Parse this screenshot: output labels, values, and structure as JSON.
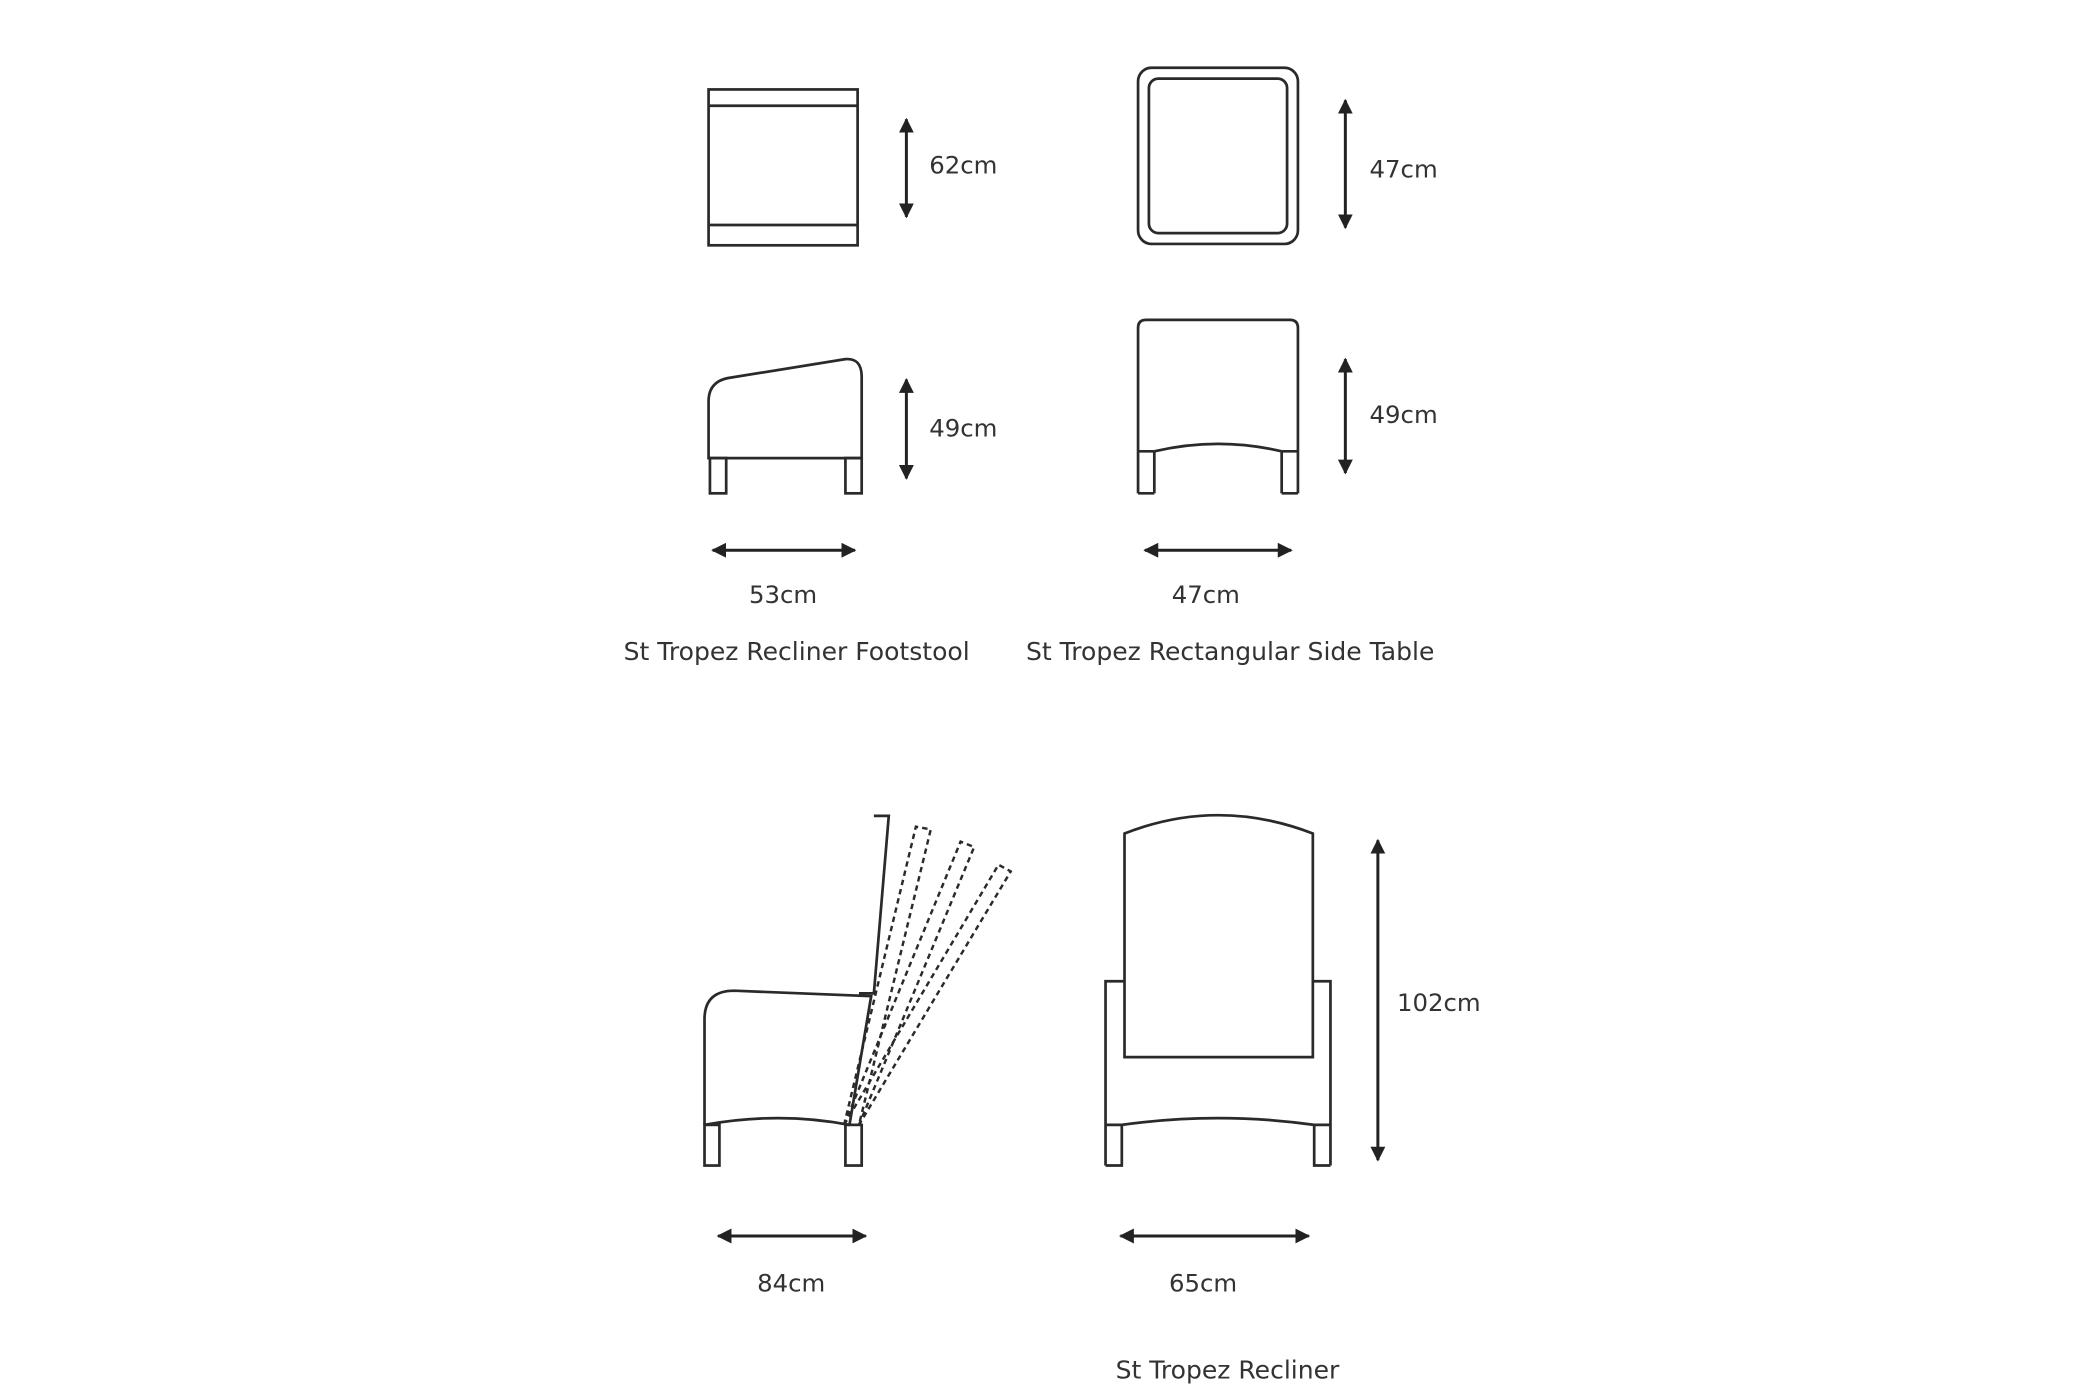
{
  "products": [
    {
      "name": "St Tropez Recliner Footstool",
      "dimensions": {
        "depth": "62cm",
        "height": "49cm",
        "width": "53cm"
      }
    },
    {
      "name": "St Tropez Rectangular Side Table",
      "dimensions": {
        "depth": "47cm",
        "height": "49cm",
        "width": "47cm"
      }
    },
    {
      "name": "St Tropez Recliner",
      "dimensions": {
        "height": "102cm",
        "depth": "84cm",
        "width": "65cm"
      }
    }
  ],
  "colors": {
    "line": "#2a2a2a",
    "text": "#333333",
    "background": "#ffffff"
  }
}
